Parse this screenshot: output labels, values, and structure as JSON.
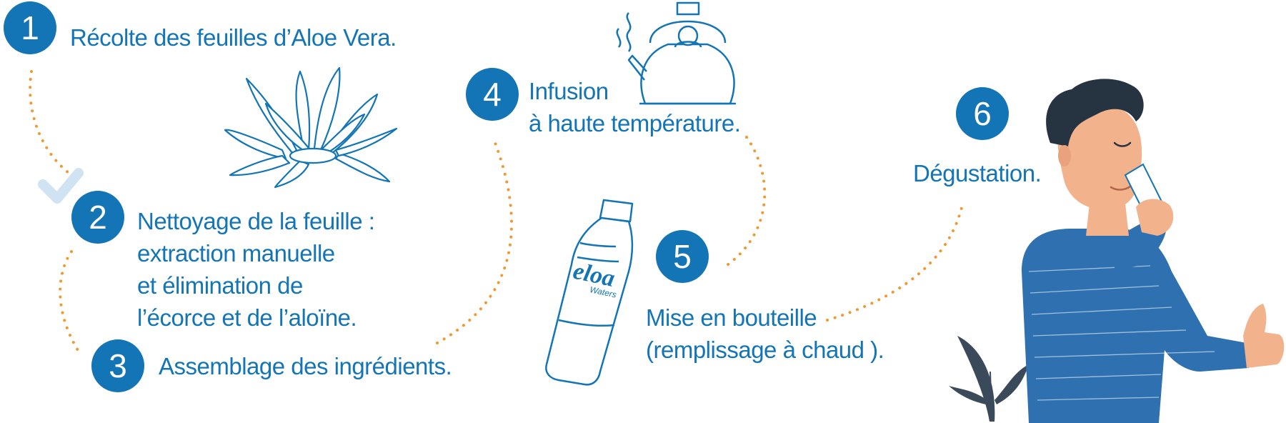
{
  "colors": {
    "primary": "#1375b6",
    "dots": "#ee9a34",
    "text": "#1375b6"
  },
  "steps": [
    {
      "number": "1",
      "lines": [
        "Récolte des feuilles d’Aloe Vera."
      ]
    },
    {
      "number": "2",
      "lines": [
        "Nettoyage de la feuille :",
        "extraction manuelle",
        "et élimination de",
        "l’écorce et de l’aloïne."
      ]
    },
    {
      "number": "3",
      "lines": [
        "Assemblage des ingrédients."
      ]
    },
    {
      "number": "4",
      "lines": [
        "Infusion",
        "à haute température."
      ]
    },
    {
      "number": "5",
      "lines": [
        "Mise en bouteille",
        "(remplissage à chaud )."
      ]
    },
    {
      "number": "6",
      "lines": [
        "Dégustation."
      ]
    }
  ],
  "brand": {
    "logo_text": "eloa",
    "logo_sub": "Waters"
  },
  "icons": [
    "aloe-plant-icon",
    "kettle-icon",
    "bottle-icon",
    "person-drinking-icon",
    "checkmark-icon",
    "leaf-plant-icon"
  ]
}
